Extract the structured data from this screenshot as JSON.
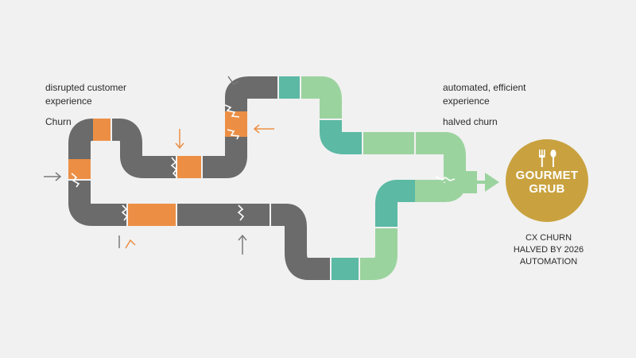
{
  "left_labels": {
    "line1": "disrupted customer",
    "line2": "experience",
    "line3": "Churn"
  },
  "right_labels": {
    "line1": "automated, efficient",
    "line2": "experience",
    "line3": "halved churn"
  },
  "logo": {
    "line1": "GOURMET",
    "line2": "GRUB",
    "icons": [
      "fork-icon",
      "spoon-icon"
    ]
  },
  "caption": {
    "line1": "CX CHURN",
    "line2": "HALVED BY 2026",
    "line3": "AUTOMATION"
  },
  "colors": {
    "background": "#f1f1f1",
    "pipe_gray": "#6b6b6b",
    "pipe_orange": "#ec8f45",
    "pipe_teal": "#5bb9a4",
    "pipe_green": "#9bd39f",
    "logo_gold": "#c9a23f",
    "arrow_gray": "#7a7a7a"
  }
}
